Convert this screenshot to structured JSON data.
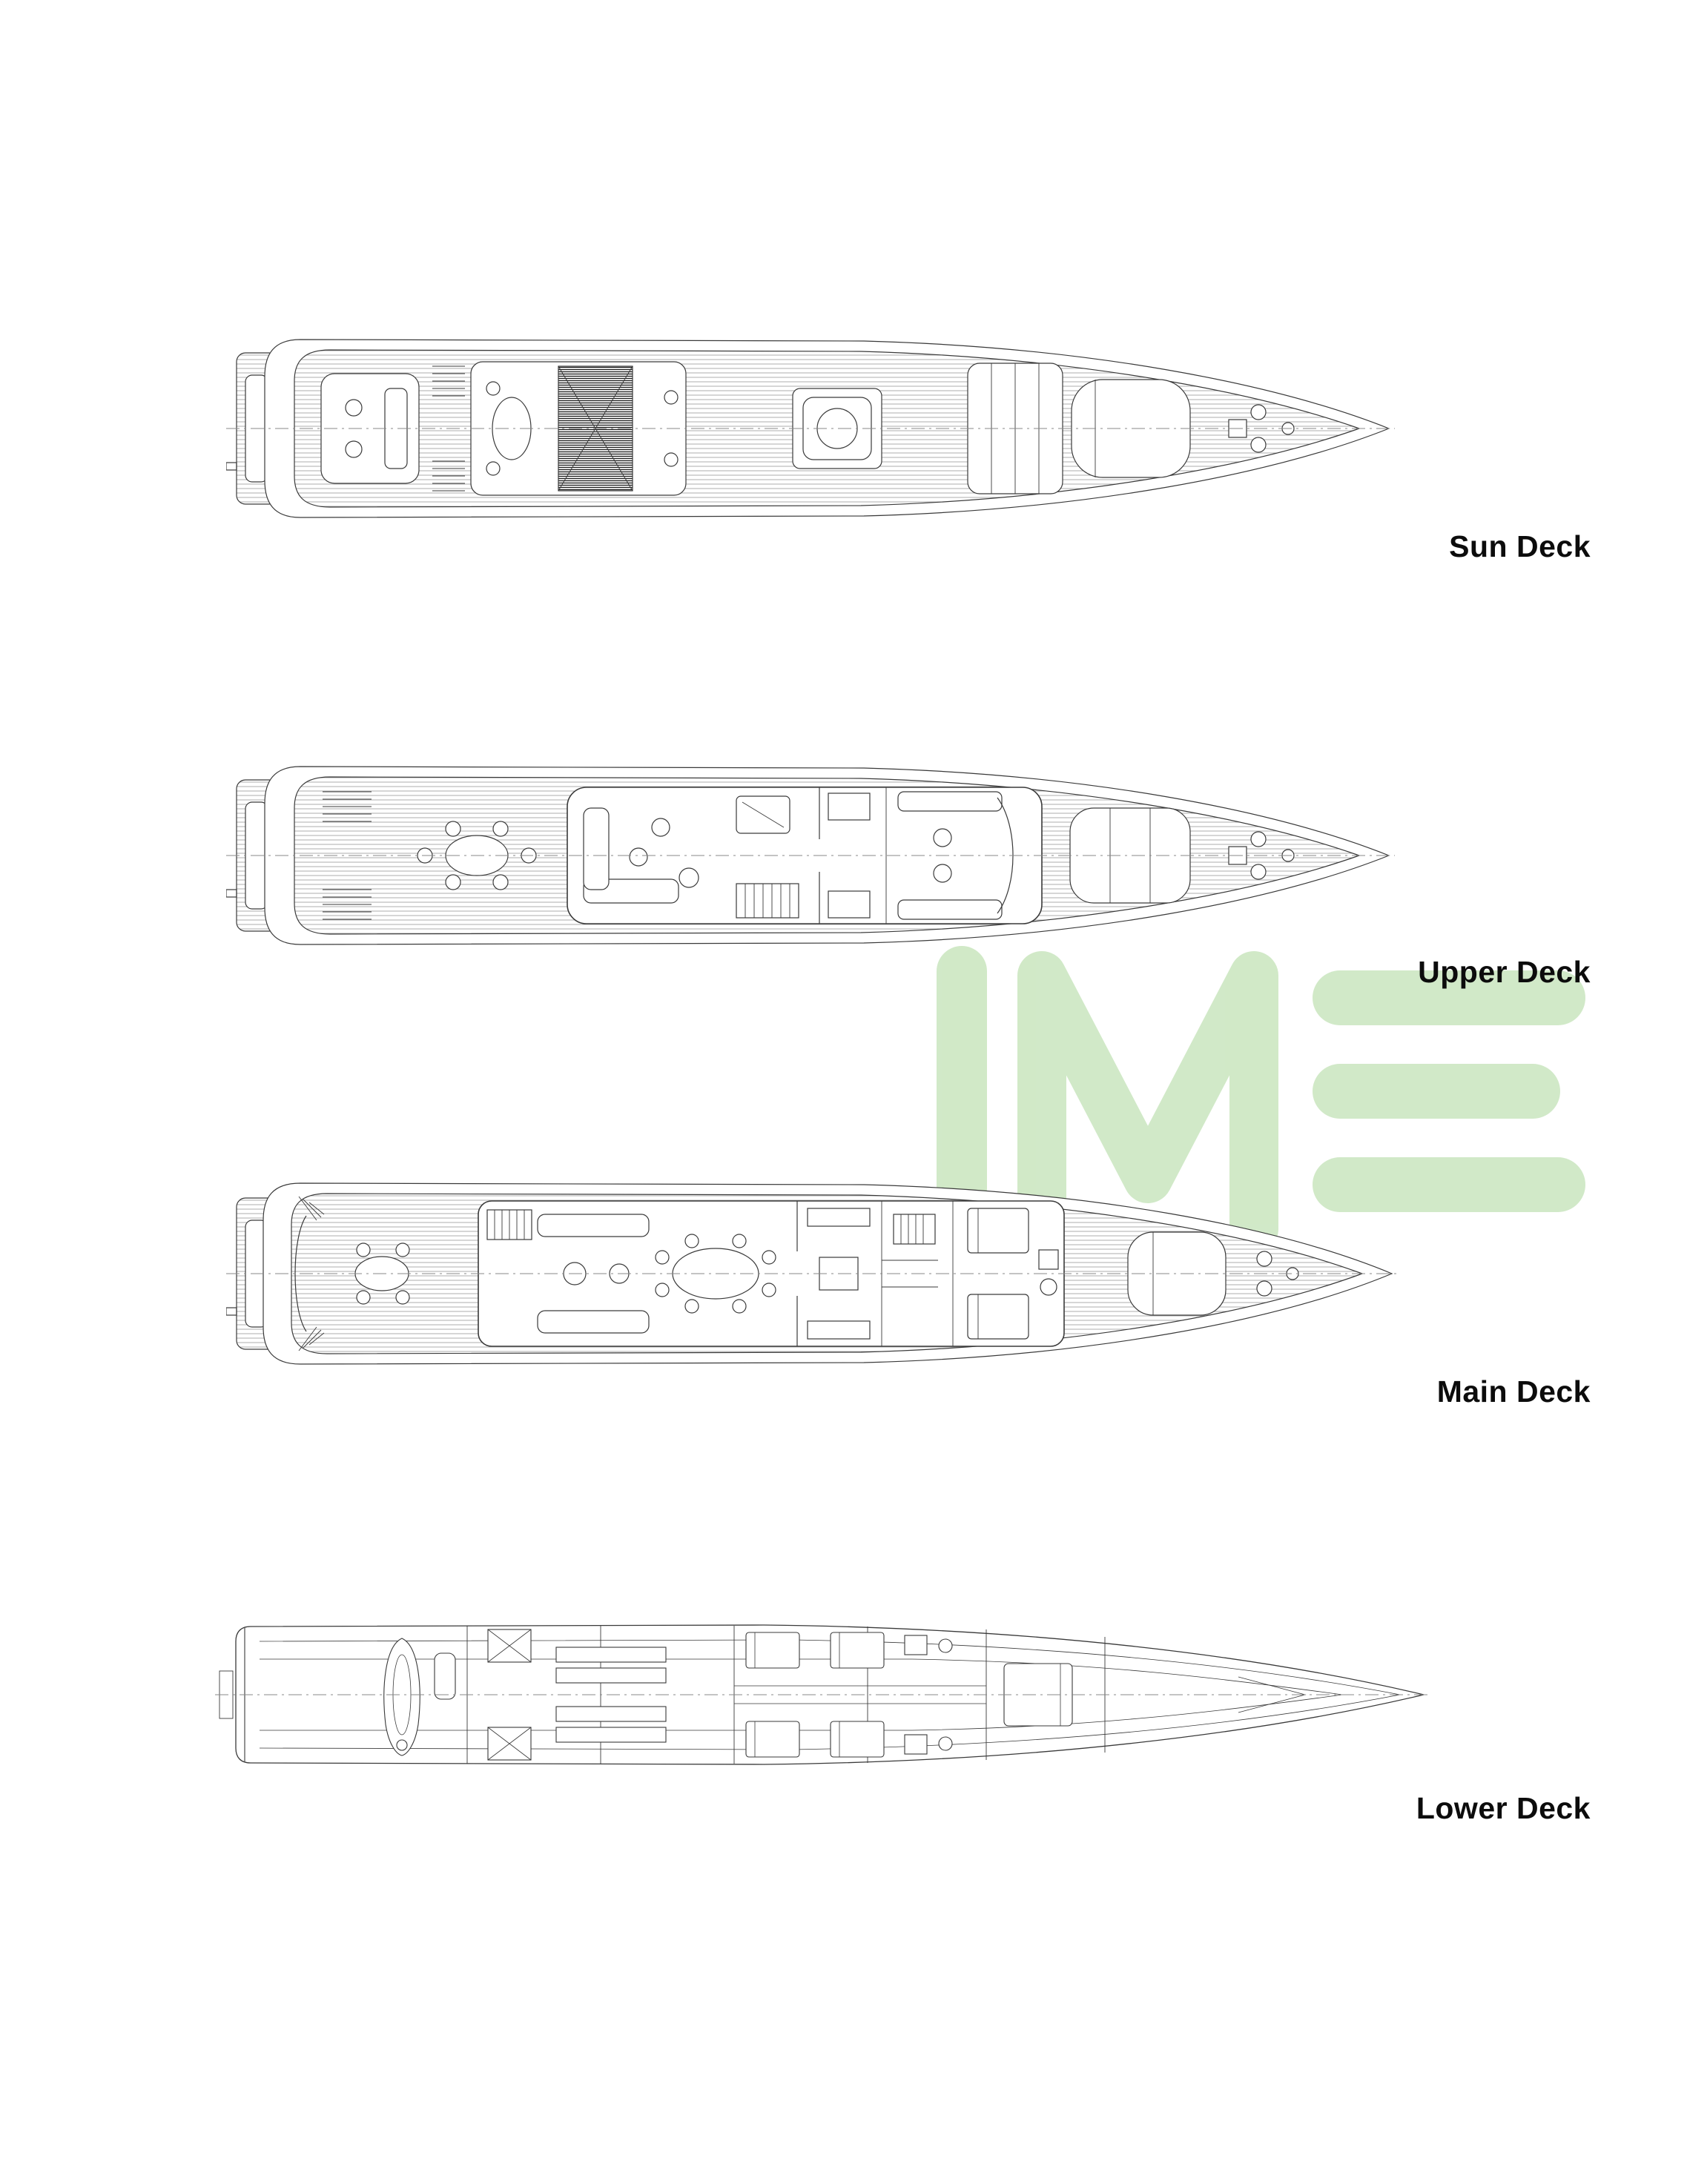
{
  "page": {
    "background": "#ffffff",
    "label_color": "#0c0c0c"
  },
  "watermark": {
    "text": "IME",
    "color": "#cfe8c5"
  },
  "decks": [
    {
      "id": "sun-deck",
      "label": "Sun Deck"
    },
    {
      "id": "upper-deck",
      "label": "Upper Deck"
    },
    {
      "id": "main-deck",
      "label": "Main Deck"
    },
    {
      "id": "lower-deck",
      "label": "Lower Deck"
    }
  ]
}
